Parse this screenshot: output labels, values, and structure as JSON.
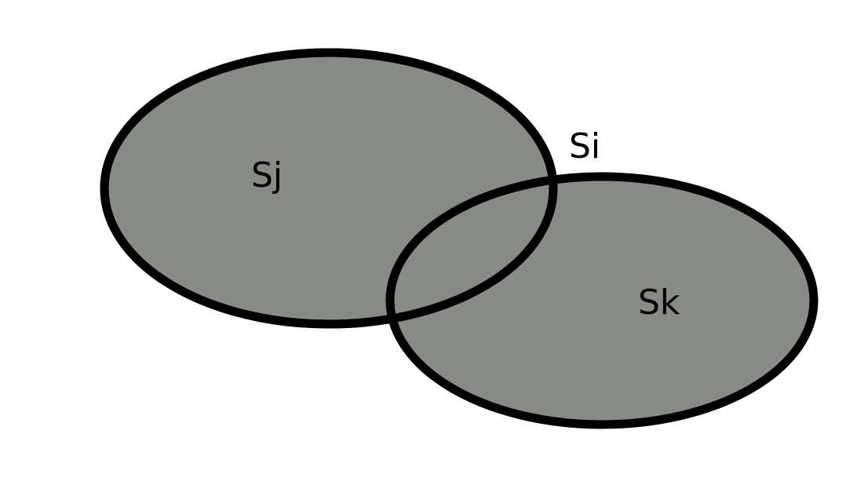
{
  "diagram": {
    "sets": [
      {
        "id": "sj",
        "label": "Sj"
      },
      {
        "id": "sk",
        "label": "Sk"
      }
    ],
    "intersection_label": "Si",
    "colors": {
      "fill": "#888a85",
      "stroke": "#000000",
      "background": "#ffffff"
    }
  }
}
